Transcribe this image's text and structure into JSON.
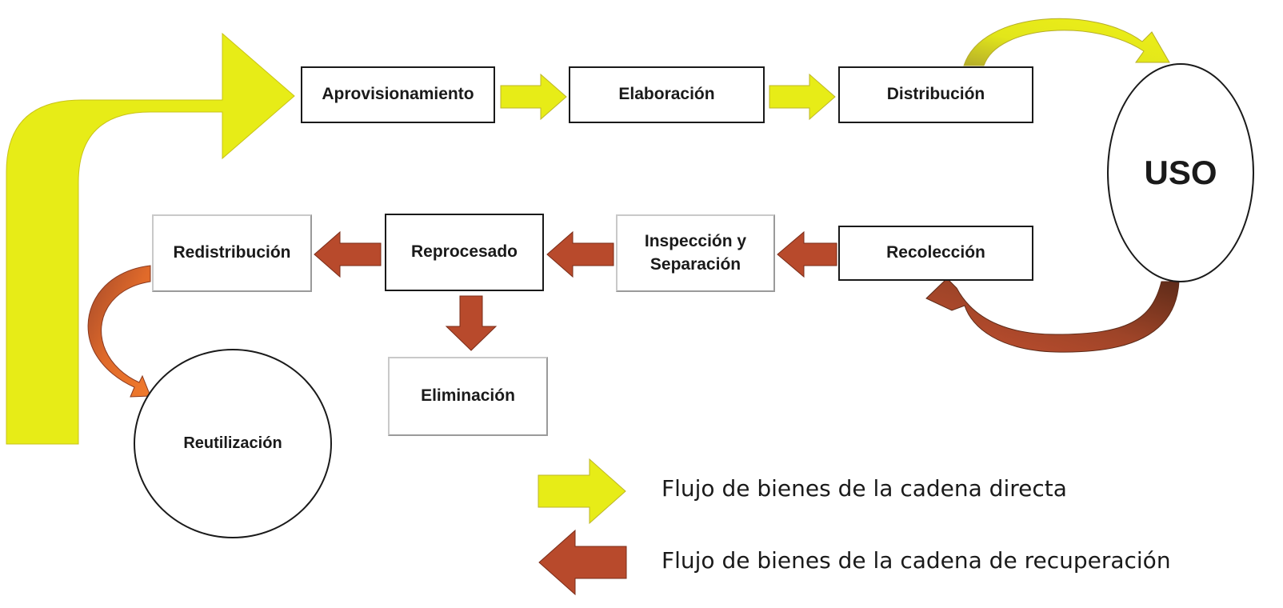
{
  "colors": {
    "forward_flow": "#e7ec17",
    "forward_flow_dark": "#c9c318",
    "recovery_flow": "#b84a2c",
    "recovery_flow_light": "#e8732a",
    "box_border": "#1a1a1a"
  },
  "forward_chain": {
    "supply": "Aprovisionamiento",
    "manufacturing": "Elaboración",
    "distribution": "Distribución"
  },
  "use_node": "USO",
  "recovery_chain": {
    "collection": "Recolección",
    "inspection_line1": "Inspección y",
    "inspection_line2": "Separación",
    "reprocessing": "Reprocesado",
    "redistribution": "Redistribución",
    "disposal": "Eliminación",
    "reuse": "Reutilización"
  },
  "legend": {
    "forward_label": "Flujo de bienes de la cadena directa",
    "recovery_label": "Flujo de bienes de la cadena de recuperación"
  }
}
